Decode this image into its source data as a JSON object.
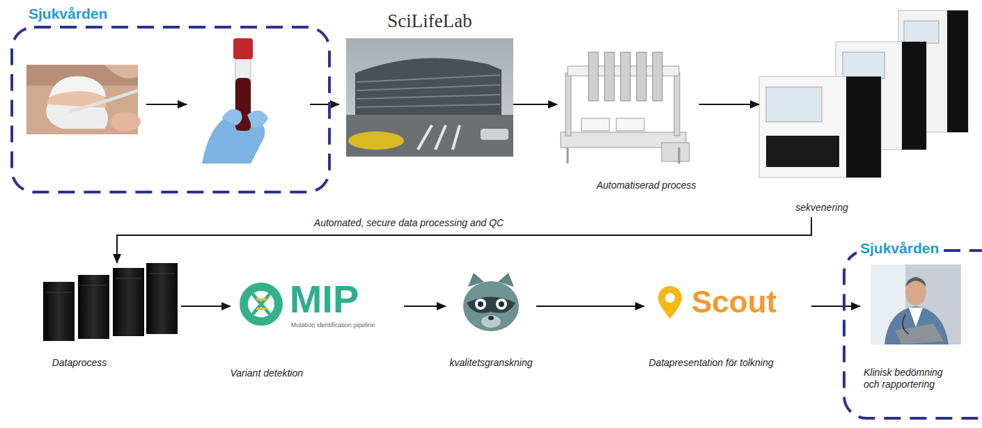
{
  "diagram": {
    "nodes": [
      {
        "text": [
          "Sjukvården"
        ]
      },
      {
        "text": [
          "SciLifeLab"
        ]
      },
      {
        "text": [
          "Automatiserad process"
        ]
      },
      {
        "text": [
          "sekvenering"
        ]
      },
      {
        "text": [
          "Dataprocess"
        ]
      },
      {
        "text": [
          "MIP",
          "Mutation identification pipeline",
          "Variant detektion"
        ]
      },
      {
        "text": [
          "kvalitetsgranskning"
        ]
      },
      {
        "text": [
          "Scout",
          "Datapresentation för tolkning"
        ]
      },
      {
        "text": [
          "Sjukvården"
        ]
      },
      {
        "text": [
          "Klinisk bedömning och rapportering"
        ],
        "in": 8
      }
    ],
    "edges": [
      {
        "from": 1,
        "to": 2,
        "arrow": "to"
      },
      {
        "from": 2,
        "to": 3,
        "arrow": "to"
      },
      {
        "from": 3,
        "to": 4,
        "label": "Automated, secure data processing and QC",
        "arrow": "to"
      },
      {
        "from": 4,
        "to": 5,
        "arrow": "to"
      },
      {
        "from": 5,
        "to": 6,
        "arrow": "to"
      },
      {
        "from": 6,
        "to": 7,
        "arrow": "to"
      },
      {
        "from": 7,
        "to": 9,
        "arrow": "to"
      }
    ]
  }
}
